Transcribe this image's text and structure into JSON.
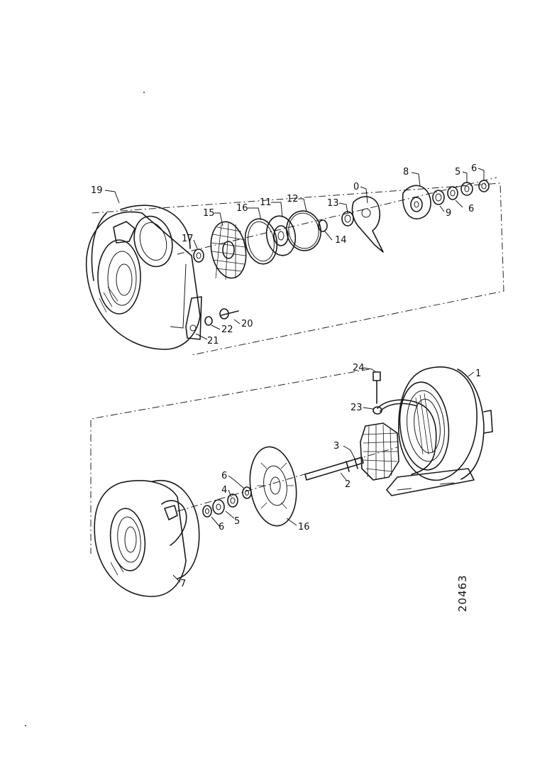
{
  "drawing_number": "20463",
  "labels": {
    "n19_top": "19",
    "n15": "15",
    "n16_top": "16",
    "n11": "11",
    "n12": "12",
    "n13": "13",
    "n0": "0",
    "n8": "8",
    "n5_top": "5",
    "n6_top_a": "6",
    "n6_top_b": "6",
    "n9": "9",
    "n17": "17",
    "n14": "14",
    "n20": "20",
    "n22": "22",
    "n21": "21",
    "n24": "24",
    "n1": "1",
    "n23": "23",
    "n3": "3",
    "n2": "2",
    "n6_bot_a": "6",
    "n4": "4",
    "n5_bot": "5",
    "n6_bot_b": "6",
    "n16_bot": "16",
    "n7": "7"
  }
}
